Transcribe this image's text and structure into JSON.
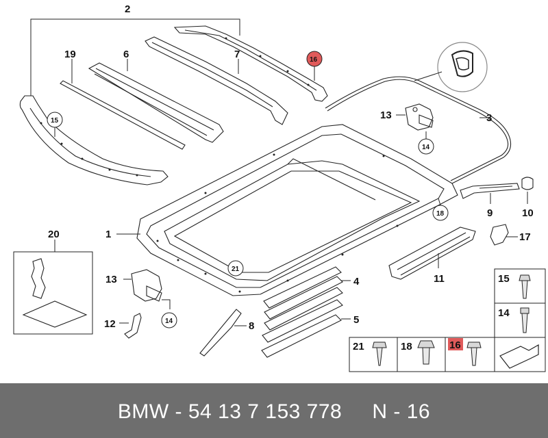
{
  "callouts": {
    "n1": "1",
    "n2": "2",
    "n3": "3",
    "n4": "4",
    "n5": "5",
    "n6": "6",
    "n7": "7",
    "n8": "8",
    "n9": "9",
    "n10": "10",
    "n11": "11",
    "n12": "12",
    "n13a": "13",
    "n13b": "13",
    "n14a": "14",
    "n14b": "14",
    "n15a": "15",
    "n16a": "16",
    "n17": "17",
    "n18a": "18",
    "n19": "19",
    "n20": "20",
    "n21a": "21"
  },
  "legend": {
    "l15": "15",
    "l14": "14",
    "l21": "21",
    "l18": "18",
    "l16": "16"
  },
  "highlight_color": "#e05a5a",
  "caption": "BMW - 54 13 7 153 778     N - 16"
}
